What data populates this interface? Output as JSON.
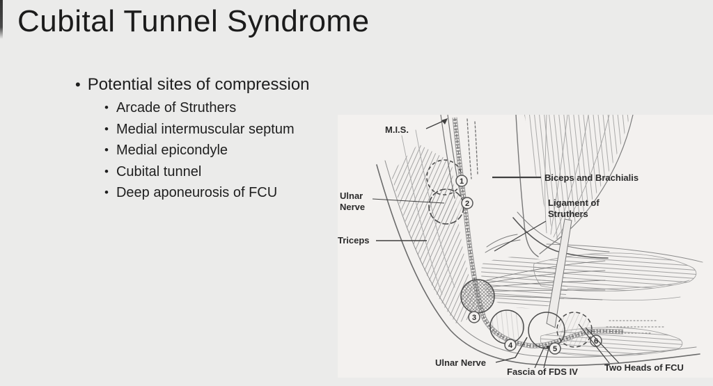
{
  "slide": {
    "title": "Cubital Tunnel Syndrome",
    "bullet_glyph": "•",
    "bullets": {
      "main": "Potential sites of compression",
      "sub": [
        "Arcade of Struthers",
        "Medial intermuscular septum",
        "Medial epicondyle",
        "Cubital tunnel",
        "Deep aponeurosis of FCU"
      ]
    }
  },
  "diagram": {
    "labels": {
      "mis": "M.I.S.",
      "ulnar_nerve_line1": "Ulnar",
      "ulnar_nerve_line2": "Nerve",
      "triceps": "Triceps",
      "biceps_brachialis": "Biceps and Brachialis",
      "ligament_line1": "Ligament of",
      "ligament_line2": "Struthers",
      "ulnar_nerve_distal": "Ulnar Nerve",
      "fascia_fds": "Fascia of FDS IV",
      "two_heads_fcu": "Two Heads of FCU"
    },
    "markers": [
      "1",
      "2",
      "3",
      "4",
      "5",
      "6"
    ]
  },
  "colors": {
    "slide_background": "#ebebea",
    "diagram_background": "#f3f1ef",
    "text": "#1e1e1e",
    "drawing_ink": "#4a4a4a"
  }
}
